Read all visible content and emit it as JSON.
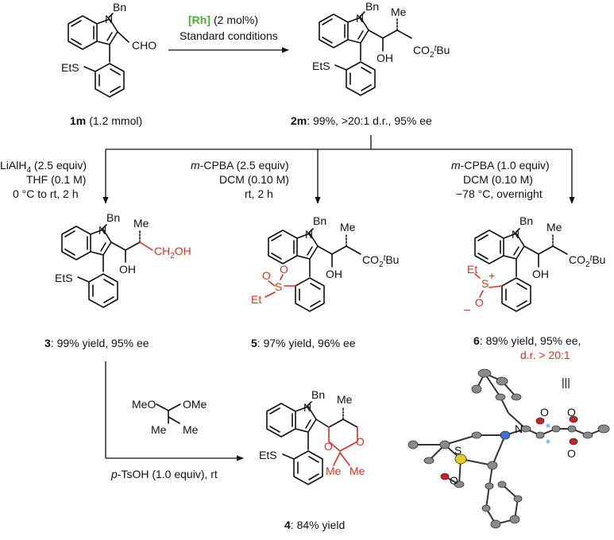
{
  "start": {
    "id": "1m",
    "amount": "(1.2 mmol)",
    "substituents": [
      "Bn",
      "CHO",
      "EtS"
    ]
  },
  "top_reaction": {
    "catalyst": "[Rh]",
    "loading": "(2 mol%)",
    "conditions": "Standard conditions"
  },
  "product_2m": {
    "id": "2m",
    "result": ": 99%, >20:1 d.r., 95% ee",
    "substituents": [
      "Bn",
      "Me",
      "CO2tBu",
      "OH",
      "EtS"
    ]
  },
  "branch_1": {
    "reagent_a": "LiAlH",
    "reagent_a_sub": "4",
    "reagent_a_rest": " (2.5 equiv)",
    "solvent": "THF (0.1 M)",
    "temp": "0 °C to rt, 2 h"
  },
  "branch_2": {
    "reagent_prefix": "m",
    "reagent_rest": "-CPBA (2.5 equiv)",
    "solvent": "DCM (0.10 M)",
    "temp": "rt, 2 h"
  },
  "branch_3": {
    "reagent_prefix": "m",
    "reagent_rest": "-CPBA (1.0 equiv)",
    "solvent": "DCM (0.10 M)",
    "temp": "−78 °C, overnight"
  },
  "product_3": {
    "id": "3",
    "result": ": 99% yield, 95% ee",
    "group": "CH2OH"
  },
  "product_5": {
    "id": "5",
    "result": ": 97% yield, 96% ee"
  },
  "product_6": {
    "id": "6",
    "result": ": 89% yield, 95% ee,",
    "dr": "d.r. > 20:1"
  },
  "acetal_step": {
    "reagent_top": "MeO",
    "reagent_top2": "OMe",
    "reagent_bottom": "Me",
    "reagent_bottom2": "Me",
    "acid_prefix": "p",
    "acid_rest": "-TsOH (1.0 equiv), rt"
  },
  "product_4": {
    "id": "4",
    "result": ": 84% yield"
  },
  "atoms": {
    "N": "N",
    "O": "O",
    "S": "S",
    "Et": "Et",
    "Me": "Me",
    "OH": "OH",
    "Bn": "Bn",
    "EtS": "EtS"
  },
  "crystal": {
    "labels": [
      "N",
      "O",
      "O",
      "O",
      "S",
      "O"
    ]
  }
}
